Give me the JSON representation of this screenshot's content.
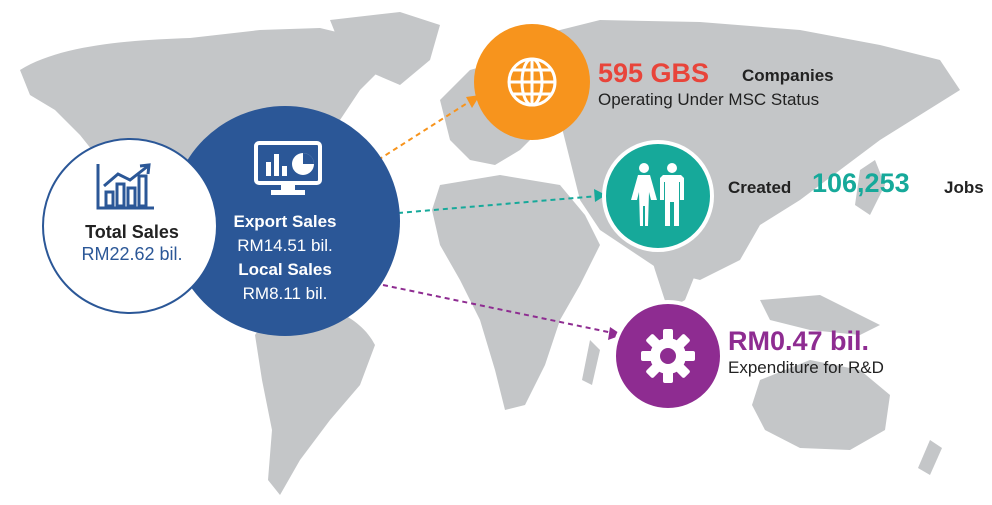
{
  "total_sales": {
    "label": "Total Sales",
    "value": "RM22.62 bil."
  },
  "export_local": {
    "export_label": "Export Sales",
    "export_value": "RM14.51 bil.",
    "local_label": "Local Sales",
    "local_value": "RM8.11 bil."
  },
  "companies": {
    "number": "595 GBS",
    "line1": "Companies",
    "line2": "Operating Under MSC Status"
  },
  "jobs": {
    "prefix": "Created",
    "number": "106,253",
    "suffix": "Jobs"
  },
  "rnd": {
    "number": "RM0.47 bil.",
    "label": "Expenditure for R&D"
  },
  "colors": {
    "navy": "#2b5797",
    "orange": "#f7941d",
    "teal": "#16a99a",
    "purple": "#8e2c91",
    "red": "#e8443a",
    "map_gray": "#c4c6c8",
    "dark_text": "#222222"
  },
  "icons": [
    "chart-growth-icon",
    "monitor-chart-icon",
    "globe-icon",
    "people-icon",
    "gear-icon"
  ]
}
